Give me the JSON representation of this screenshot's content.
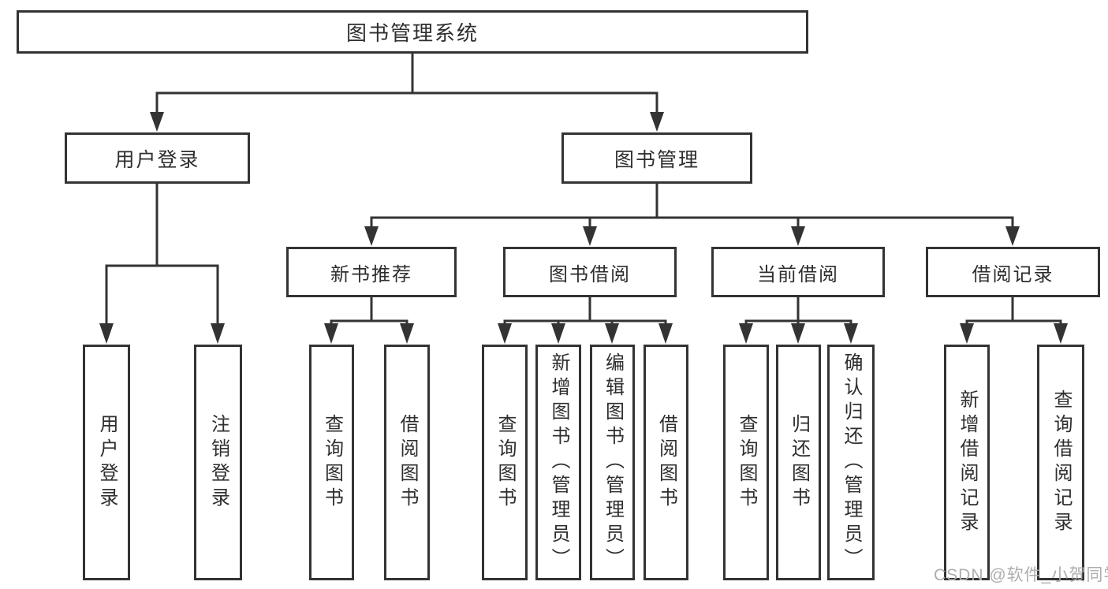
{
  "diagram_type": "hierarchy-tree",
  "tree": {
    "root": {
      "label": "图书管理系统"
    },
    "children": [
      {
        "label": "用户登录",
        "children": [
          {
            "label": "用户登录"
          },
          {
            "label": "注销登录"
          }
        ]
      },
      {
        "label": "图书管理",
        "children": [
          {
            "label": "新书推荐",
            "children": [
              {
                "label": "查询图书"
              },
              {
                "label": "借阅图书"
              }
            ]
          },
          {
            "label": "图书借阅",
            "children": [
              {
                "label": "查询图书"
              },
              {
                "label": "新增图书（管理员）"
              },
              {
                "label": "编辑图书（管理员）"
              },
              {
                "label": "借阅图书"
              }
            ]
          },
          {
            "label": "当前借阅",
            "children": [
              {
                "label": "查询图书"
              },
              {
                "label": "归还图书"
              },
              {
                "label": "确认归还（管理员）"
              }
            ]
          },
          {
            "label": "借阅记录",
            "children": [
              {
                "label": "新增借阅记录"
              },
              {
                "label": "查询借阅记录"
              }
            ]
          }
        ]
      }
    ]
  },
  "watermark": {
    "text": "CSDN @软件_小贺同学"
  },
  "colors": {
    "line": "#333333",
    "text": "#2e2e2e",
    "background": "#ffffff",
    "watermark": "#aeaeae"
  }
}
